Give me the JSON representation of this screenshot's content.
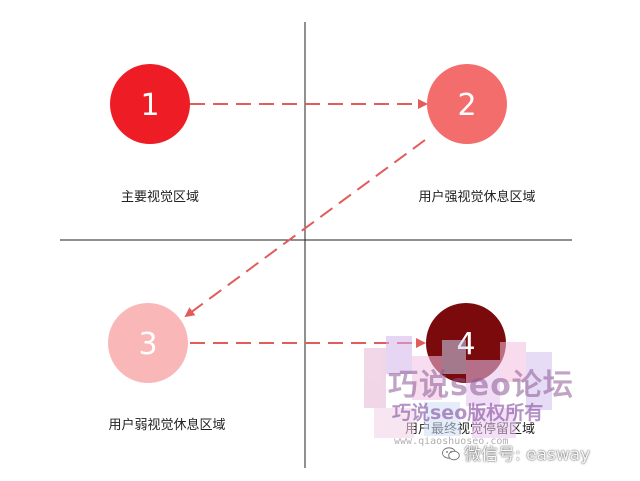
{
  "diagram": {
    "colors": {
      "axis": "#222222",
      "arrow": "#e25c5c",
      "node_1": "#ee1c24",
      "node_2": "#f46d6d",
      "node_3": "#f9b7b8",
      "node_4": "#7a0a0c"
    },
    "nodes": [
      {
        "id": "1",
        "number": "1",
        "label": "主要视觉区域"
      },
      {
        "id": "2",
        "number": "2",
        "label": "用户强视觉休息区域"
      },
      {
        "id": "3",
        "number": "3",
        "label": "用户弱视觉休息区域"
      },
      {
        "id": "4",
        "number": "4",
        "label": "用户最终视觉停留区域"
      }
    ],
    "edges": [
      {
        "from": "1",
        "to": "2"
      },
      {
        "from": "2",
        "to": "3"
      },
      {
        "from": "3",
        "to": "4"
      }
    ]
  },
  "watermark": {
    "title": "巧说seo论坛",
    "subtitle": "巧说seo版权所有",
    "url": "www.qiaoshuoseo.com",
    "wechat": "微信号: easway"
  }
}
